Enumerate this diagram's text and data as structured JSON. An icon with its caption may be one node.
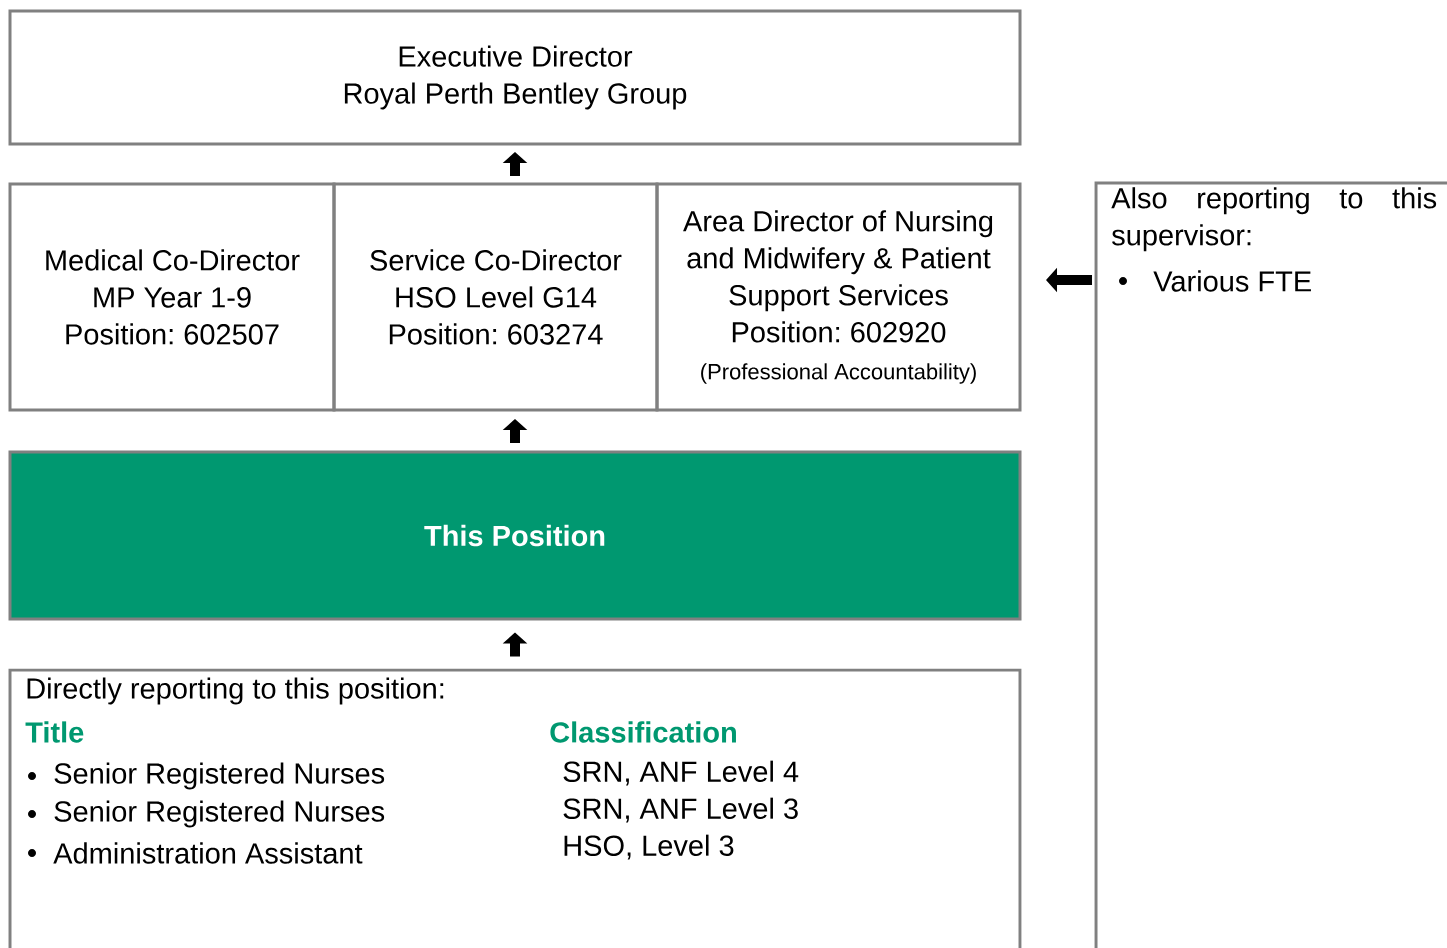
{
  "diagram": {
    "nodes": [
      {
        "text": [
          "Executive Director",
          "Royal Perth Bentley Group"
        ]
      },
      {
        "text": [
          "Medical Co-Director",
          "MP Year 1-9",
          "Position: 602507"
        ]
      },
      {
        "text": [
          "Service Co-Director",
          "HSO Level G14",
          "Position: 603274"
        ]
      },
      {
        "text": [
          "Area Director of Nursing and Midwifery & Patient Support Services",
          "Position: 602920",
          "(Professional Accountability)"
        ]
      },
      {
        "text": [
          "This Position"
        ]
      },
      {
        "text": [
          "Directly reporting to this position:",
          "Title",
          "Classification",
          "Senior Registered Nurses",
          "SRN, ANF Level 4",
          "Senior Registered Nurses",
          "SRN, ANF Level 3",
          "Administration Assistant",
          "HSO, Level 3"
        ]
      },
      {
        "text": [
          "Also reporting to this supervisor:",
          "Various FTE"
        ]
      }
    ],
    "edges": [
      {
        "from": 2,
        "to": 0,
        "arrow": "to"
      },
      {
        "from": 4,
        "to": 2,
        "arrow": "to"
      },
      {
        "from": 5,
        "to": 4,
        "arrow": "to"
      },
      {
        "from": 6,
        "to": 3,
        "arrow": "to"
      }
    ]
  }
}
